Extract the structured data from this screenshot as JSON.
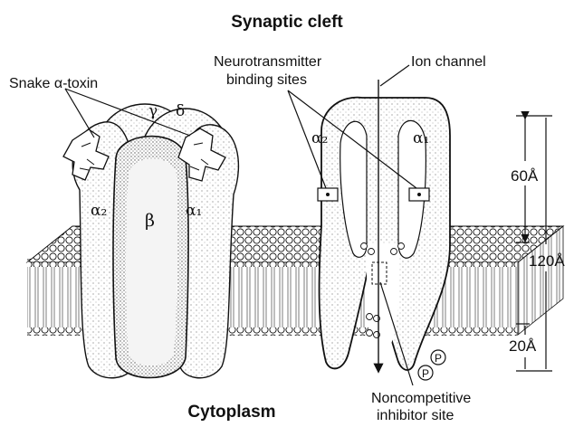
{
  "labels": {
    "synaptic_cleft": "Synaptic cleft",
    "cytoplasm": "Cytoplasm",
    "snake_toxin": "Snake α-toxin",
    "nt_binding_line1": "Neurotransmitter",
    "nt_binding_line2": "binding sites",
    "ion_channel": "Ion channel",
    "noncompetitive_line1": "Noncompetitive",
    "noncompetitive_line2": "inhibitor site"
  },
  "subunits": {
    "gamma": "γ",
    "delta": "δ",
    "alpha2": "α₂",
    "beta": "β",
    "alpha1": "α₁",
    "right_alpha2": "α₂",
    "right_alpha1": "α₁"
  },
  "phosphate": "P",
  "dimensions": {
    "d60": "60Å",
    "d120": "120Å",
    "d20": "20Å"
  }
}
